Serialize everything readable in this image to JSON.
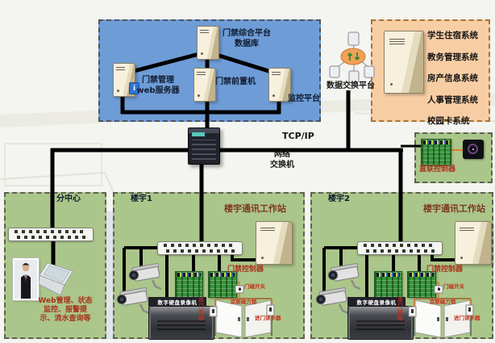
{
  "colors": {
    "platform_zone": "#6e9cd6",
    "external_zone": "#f7cda4",
    "building_zone": "#abc68a",
    "cable": "#000000",
    "wire_orange": "#e07a30",
    "red_label": "#c3321e"
  },
  "platform": {
    "database_label": "门禁综合平台\n数据库",
    "web_label": "门禁管理\nweb服务器",
    "front_label": "门禁前置机",
    "monitor_label": "监控平台"
  },
  "external": {
    "systems": [
      "学生住宿系统",
      "教务管理系统",
      "房产信息系统",
      "人事管理系统",
      "校园卡系统"
    ]
  },
  "exchange_label": "数据交换平台",
  "network": {
    "tcpip": "TCP/IP",
    "switch_label": "网络\n交换机"
  },
  "direct_controller_label": "直联控制器",
  "subcenter": {
    "title": "分中心",
    "description": "Web管理、状态\n监控、报警提\n示、流水查询等"
  },
  "buildings": [
    {
      "title": "楼宇1",
      "workstation_label": "楼宇通讯工作站",
      "controller_label": "门禁控制器",
      "dvr_label": "数字硬盘录像机",
      "door": {
        "sensor_label": "门磁开关",
        "lock_label": "双联磁力锁",
        "exit_button_label": "出门按钮",
        "reader_label": "进门读卡器"
      }
    },
    {
      "title": "楼宇2",
      "workstation_label": "楼宇通讯工作站",
      "controller_label": "门禁控制器",
      "dvr_label": "数字硬盘录像机",
      "door": {
        "sensor_label": "门磁开关",
        "lock_label": "双联磁力锁",
        "exit_button_label": "出门按钮",
        "reader_label": "进门读卡器"
      }
    }
  ],
  "icons": {
    "info_badge": "i"
  }
}
